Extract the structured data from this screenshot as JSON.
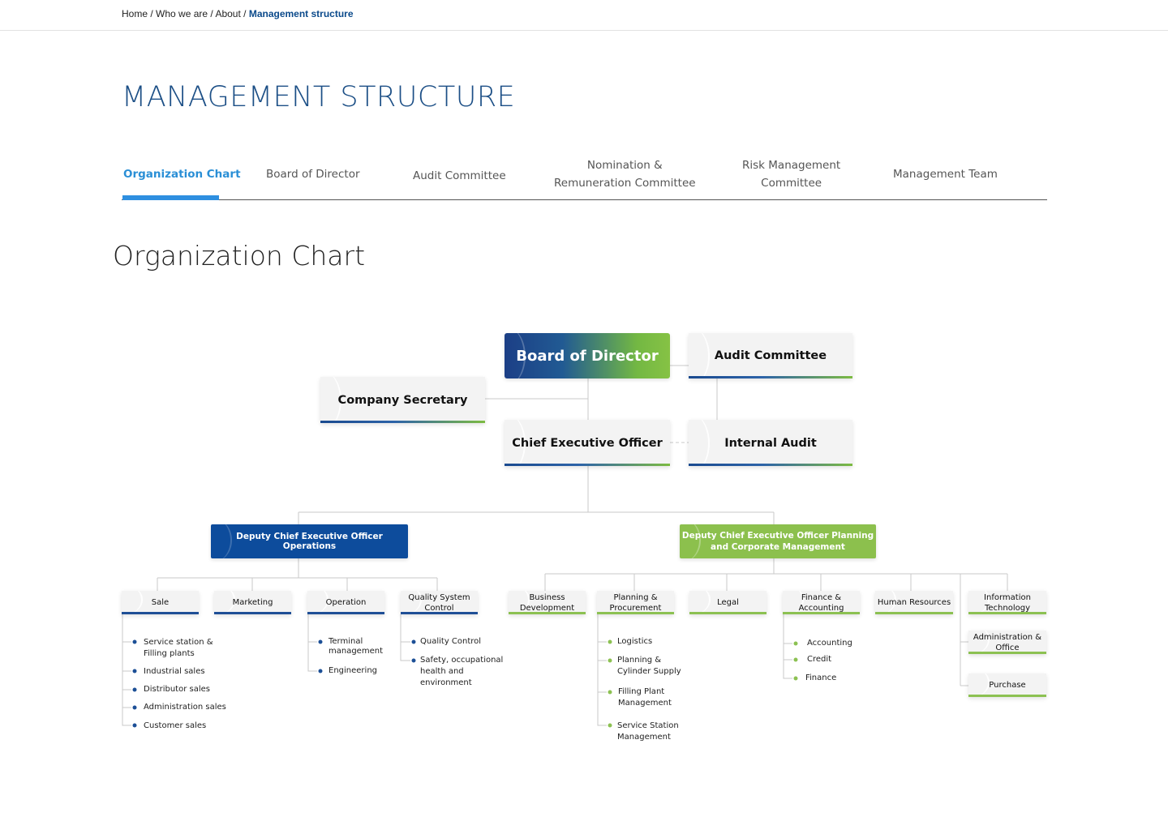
{
  "breadcrumb": {
    "items": [
      "Home",
      "Who we are",
      "About"
    ],
    "separator": "/",
    "current": "Management structure"
  },
  "page_title": "MANAGEMENT STRUCTURE",
  "tabs": [
    {
      "label": "Organization Chart",
      "active": true
    },
    {
      "label": "Board of Director",
      "active": false
    },
    {
      "label": "Audit Committee",
      "active": false
    },
    {
      "label_lines": [
        "Nomination &",
        "Remuneration Committee"
      ],
      "active": false
    },
    {
      "label_lines": [
        "Risk Management",
        "Committee"
      ],
      "active": false
    },
    {
      "label": "Management Team",
      "active": false
    }
  ],
  "section_title": "Organization Chart",
  "colors": {
    "title_blue": "#1c4f86",
    "tab_active": "#2a8fd6",
    "brand_blue": "#0d4c9c",
    "brand_green": "#8cc04d"
  },
  "org": {
    "board": "Board of Director",
    "audit_committee": "Audit Committee",
    "company_secretary": "Company Secretary",
    "ceo": "Chief Executive Officer",
    "internal_audit": "Internal Audit",
    "deputy_ops": "Deputy Chief Executive Officer Operations",
    "deputy_plan_lines": [
      "Deputy Chief Executive Officer Planning",
      "and Corporate Management"
    ],
    "ops_departments": [
      {
        "lines": [
          "Sale"
        ],
        "items": [
          [
            "Service station &",
            "Filling plants"
          ],
          [
            "Industrial sales"
          ],
          [
            "Distributor sales"
          ],
          [
            "Administration sales"
          ],
          [
            "Customer sales"
          ]
        ]
      },
      {
        "lines": [
          "Marketing"
        ],
        "items": []
      },
      {
        "lines": [
          "Operation"
        ],
        "items": [
          [
            "Terminal",
            "management"
          ],
          [
            "Engineering"
          ]
        ]
      },
      {
        "lines": [
          "Quality System",
          "Control"
        ],
        "items": [
          [
            "Quality Control"
          ],
          [
            "Safety, occupational",
            "health and",
            "environment"
          ]
        ]
      }
    ],
    "plan_departments": [
      {
        "lines": [
          "Business",
          "Development"
        ],
        "items": []
      },
      {
        "lines": [
          "Planning &",
          "Procurement"
        ],
        "items": [
          [
            "Logistics"
          ],
          [
            "Planning &",
            "Cylinder Supply"
          ],
          [
            "Filling Plant",
            "Management"
          ],
          [
            "Service Station",
            "Management"
          ]
        ]
      },
      {
        "lines": [
          "Legal"
        ],
        "items": []
      },
      {
        "lines": [
          "Finance &",
          "Accounting"
        ],
        "items": [
          [
            "Accounting"
          ],
          [
            "Credit"
          ],
          [
            "Finance"
          ]
        ]
      },
      {
        "lines": [
          "Human Resources"
        ],
        "items": []
      },
      {
        "lines": [
          "Information",
          "Technology"
        ],
        "items": []
      }
    ],
    "it_children": [
      [
        "Administration &",
        "Office"
      ],
      [
        "Purchase"
      ]
    ]
  }
}
